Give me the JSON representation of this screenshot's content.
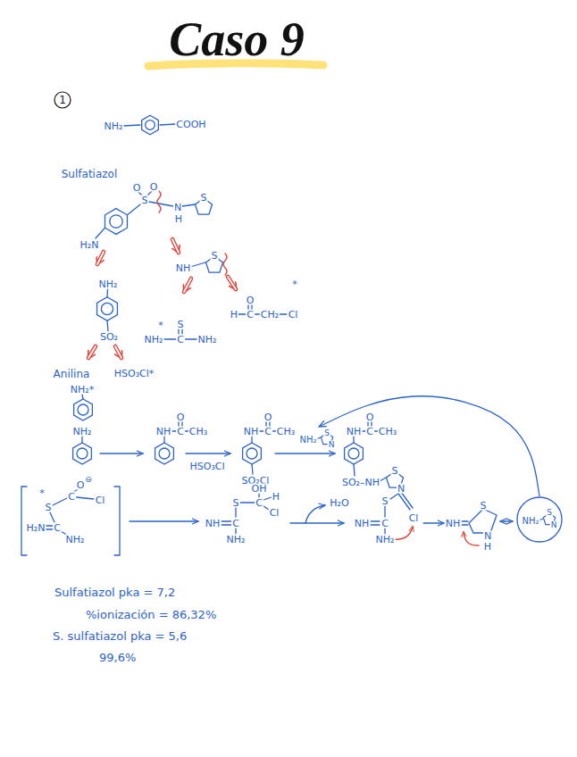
{
  "diagram": {
    "title": "Caso 9",
    "nodes": [
      {
        "text": [
          "NH₂",
          "S",
          "N"
        ]
      },
      {
        "text": [
          "NH₂",
          "S",
          "N"
        ]
      }
    ],
    "edges": [
      {
        "from": 1,
        "to": 0,
        "arrow": "to"
      }
    ],
    "labels": [
      "1",
      "NH₂",
      "COOH",
      "Sulfatiazol",
      "O",
      "O",
      "S",
      "N",
      "H",
      "S",
      "H₂N",
      "NH₂",
      "SO₂",
      "Anilina",
      "HSO₃Cl*",
      "NH₂*",
      "NH",
      "S",
      "*",
      "O",
      "H",
      "C",
      "CH₂",
      "Cl",
      "*",
      "S",
      "NH₂",
      "C",
      "NH₂",
      "NH₂",
      "O",
      "NH",
      "C",
      "CH₃",
      "HSO₃Cl",
      "O",
      "NH",
      "C",
      "CH₃",
      "SO₂Cl",
      "O",
      "NH",
      "C",
      "CH₃",
      "SO₂–NH",
      "S",
      "N",
      "*",
      "S",
      "C",
      "O",
      "⊖",
      "Cl",
      "H₂N",
      "C",
      "NH₂",
      "S",
      "C",
      "OH",
      "H",
      "Cl",
      "NH",
      "C",
      "NH₂",
      "H₂O",
      "S",
      "NH",
      "C",
      "Cl",
      "NH₂",
      "NH",
      "S",
      "N",
      "H",
      "Sulfatiazol pka = 7,2",
      "%ionización = 86,32%",
      "S. sulfatiazol pka = 5,6",
      "99,6%"
    ]
  }
}
